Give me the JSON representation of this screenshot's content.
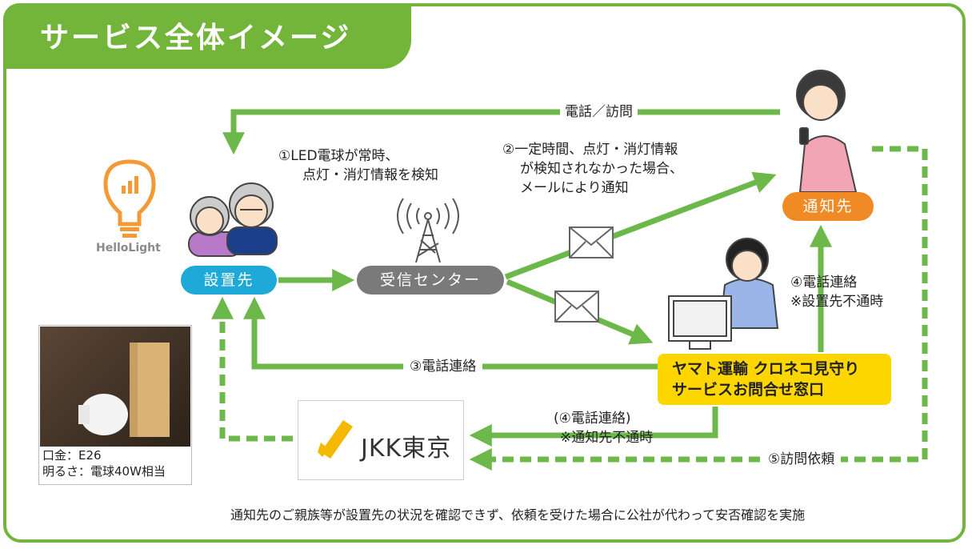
{
  "title": "サービス全体イメージ",
  "nodes": {
    "installation": "設置先",
    "center": "受信センター",
    "notify": "通知先",
    "yamato_line1": "ヤマト運輸 クロネコ見守り",
    "yamato_line2": "サービスお問合せ窓口",
    "jkk": "JKK東京"
  },
  "labels": {
    "phone_visit": "電話／訪問",
    "step1_line1": "①LED電球が常時、",
    "step1_line2": "点灯・消灯情報を検知",
    "step2_line1": "②一定時間、点灯・消灯情報",
    "step2_line2": "が検知されなかった場合、",
    "step2_line3": "メールにより通知",
    "step3": "③電話連絡",
    "step4_line1": "④電話連絡",
    "step4_line2": "※設置先不通時",
    "step4b_line1": "(④電話連絡)",
    "step4b_line2": "※通知先不通時",
    "step5": "⑤訪問依頼"
  },
  "product": {
    "brand": "HelloLight",
    "spec_line1": "口金：E26",
    "spec_line2": "明るさ：電球40W相当"
  },
  "footer": "通知先のご親族等が設置先の状況を確認できず、依頼を受けた場合に公社が代わって安否確認を実施",
  "colors": {
    "frame_green": "#72b53a",
    "arrow_green": "#6cb84a",
    "installation_blue": "#1ea9d8",
    "center_gray": "#7a7a7a",
    "notify_orange": "#f08a24",
    "yamato_yellow": "#fdd600",
    "hellolight_orange": "#f39a36"
  }
}
